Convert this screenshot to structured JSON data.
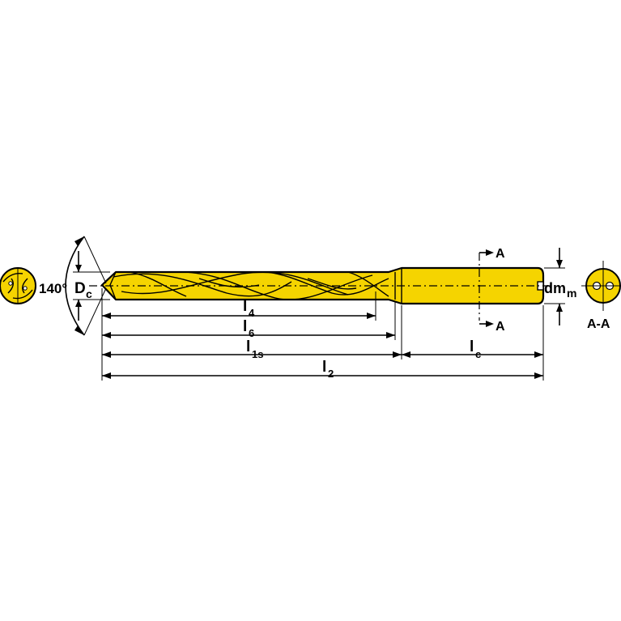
{
  "colors": {
    "tool": "#f5d400",
    "ink": "#000000",
    "background": "#ffffff"
  },
  "labels": {
    "angle": "140°",
    "dc_main": "D",
    "dc_sub": "c",
    "l4_main": "l",
    "l4_sub": "4",
    "l6_main": "l",
    "l6_sub": "6",
    "l1s_main": "l",
    "l1s_sub": "1s",
    "lc_main": "l",
    "lc_sub": "c",
    "l2_main": "l",
    "l2_sub": "2",
    "dmm_main": "dm",
    "dmm_sub": "m",
    "section_marker_top": "A",
    "section_marker_bottom": "A",
    "section_title": "A-A"
  }
}
